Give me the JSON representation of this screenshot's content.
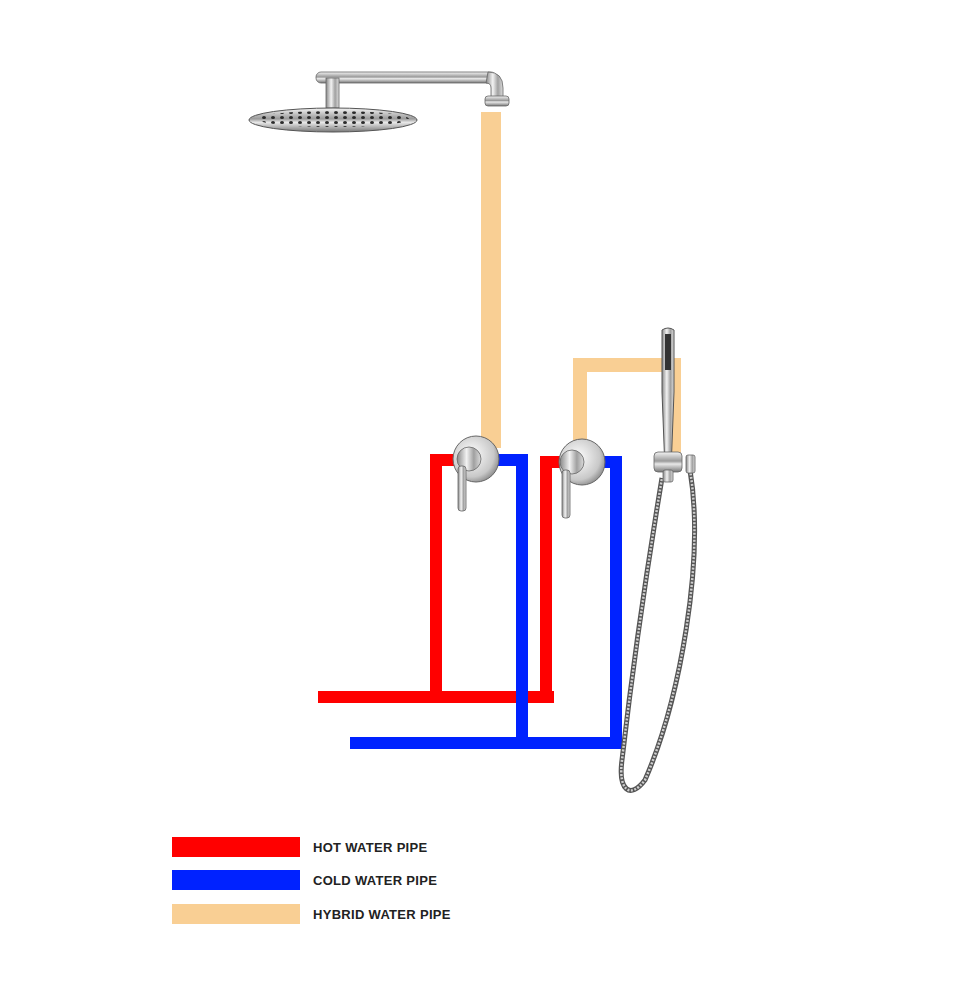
{
  "diagram": {
    "legend": [
      {
        "text": "HOT WATER PIPE",
        "color": "#ff0000"
      },
      {
        "text": "COLD WATER PIPE",
        "color": "#0022ff"
      },
      {
        "text": "HYBRID WATER PIPE",
        "color": "#f9cf94"
      }
    ]
  }
}
